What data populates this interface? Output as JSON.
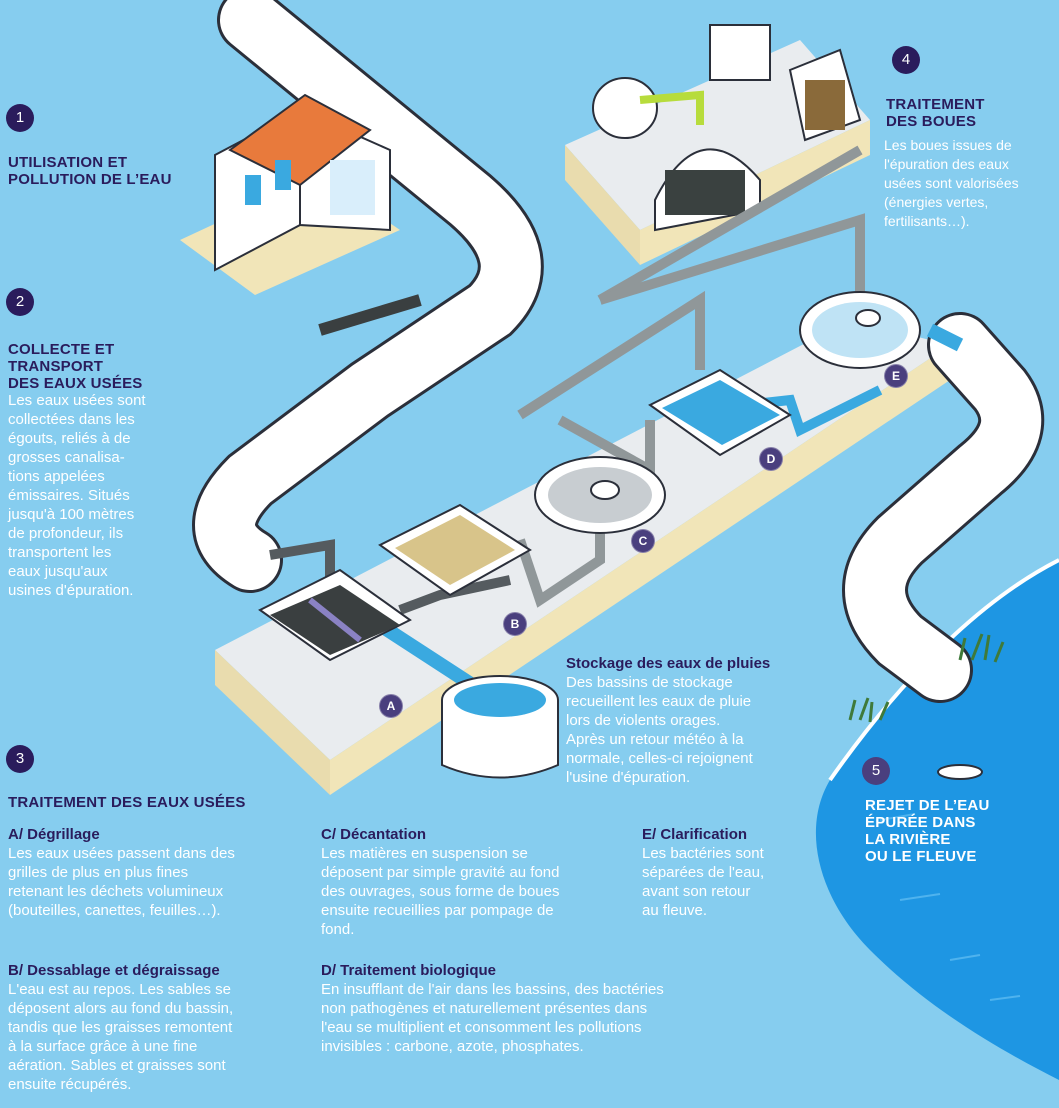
{
  "colors": {
    "background": "#86cdef",
    "navy": "#2a1c5c",
    "river": "#1e96e3"
  },
  "step1": {
    "number": "1",
    "title_line1": "UTILISATION ET",
    "title_line2": "POLLUTION DE L’EAU"
  },
  "step2": {
    "number": "2",
    "title_line1": "COLLECTE ET",
    "title_line2": "TRANSPORT",
    "title_line3": "DES EAUX USÉES",
    "lines": [
      "Les eaux usées sont",
      "collectées dans les",
      "égouts, reliés à de",
      "grosses canalisa-",
      "tions appelées",
      "émissaires. Situés",
      "jusqu'à 100 mètres",
      "de profondeur, ils",
      "transportent les",
      "eaux jusqu'aux",
      "usines d'épuration."
    ]
  },
  "step3": {
    "number": "3",
    "title": "TRAITEMENT DES EAUX USÉES",
    "a": {
      "title": "A/ Dégrillage",
      "lines": [
        "Les eaux usées passent dans des",
        "grilles de plus en plus fines",
        "retenant les déchets volumineux",
        "(bouteilles, canettes, feuilles…)."
      ]
    },
    "b": {
      "title": "B/ Dessablage et dégraissage",
      "lines": [
        "L'eau est au repos. Les sables se",
        "déposent alors au fond du bassin,",
        "tandis que les graisses remontent",
        "à la surface grâce à une fine",
        "aération. Sables et graisses sont",
        "ensuite récupérés."
      ]
    },
    "c": {
      "title": "C/ Décantation",
      "lines": [
        "Les matières en suspension se",
        "déposent par simple gravité au fond",
        "des ouvrages, sous forme de boues",
        "ensuite recueillies par pompage de",
        "fond."
      ]
    },
    "d": {
      "title": "D/ Traitement biologique",
      "lines": [
        "En insufflant de l'air dans les bassins, des bactéries",
        "non pathogènes et naturellement présentes dans",
        "l'eau se multiplient et consomment les pollutions",
        "invisibles : carbone, azote, phosphates."
      ]
    },
    "e": {
      "title": "E/ Clarification",
      "lines": [
        "Les bactéries sont",
        "séparées de l'eau,",
        "avant son retour",
        "au fleuve."
      ]
    }
  },
  "step4": {
    "number": "4",
    "title_line1": "TRAITEMENT",
    "title_line2": "DES BOUES",
    "lines": [
      "Les boues issues de",
      "l'épuration des eaux",
      "usées sont valorisées",
      "(énergies vertes,",
      "fertilisants…)."
    ]
  },
  "step5": {
    "number": "5",
    "title_lines": [
      "REJET DE L’EAU",
      "ÉPURÉE DANS",
      "LA RIVIÈRE",
      "OU LE FLEUVE"
    ]
  },
  "storage": {
    "title": "Stockage des eaux de pluies",
    "lines": [
      "Des bassins de stockage",
      "recueillent les eaux de pluie",
      "lors de violents orages.",
      "Après un retour météo à la",
      "normale, celles-ci rejoignent",
      "l'usine d'épuration."
    ]
  },
  "letters": {
    "a": "A",
    "b": "B",
    "c": "C",
    "d": "D",
    "e": "E"
  }
}
